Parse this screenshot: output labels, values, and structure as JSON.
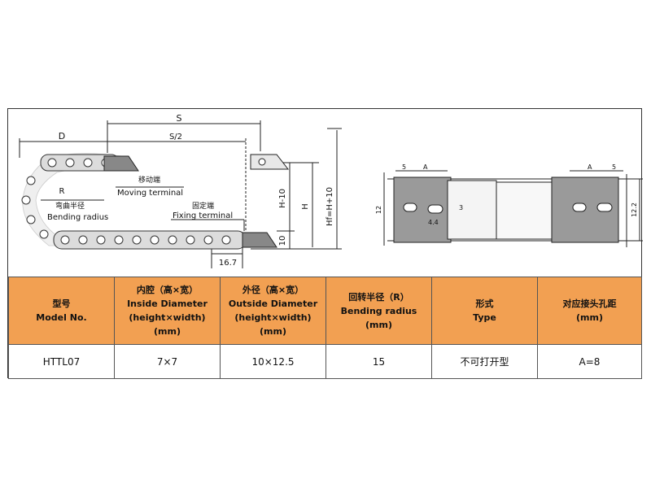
{
  "drawing": {
    "side_view": {
      "dim_S": "S",
      "dim_S_half": "S/2",
      "dim_D": "D",
      "dim_R": "R",
      "dim_H10": "H-10",
      "dim_H": "H",
      "dim_Hf": "Hf=H+10",
      "dim_10": "10",
      "dim_16_7": "16.7",
      "moving_cn": "移动端",
      "moving_en": "Moving terminal",
      "bending_cn": "弯曲半径",
      "bending_en": "Bending radius",
      "fixing_cn": "固定端",
      "fixing_en": "Fixing terminal"
    },
    "end_view": {
      "dim_5_left": "5",
      "dim_A_left": "A",
      "dim_12": "12",
      "dim_3": "3",
      "dim_4_4": "4.4",
      "dim_A_right": "A",
      "dim_5_right": "5",
      "dim_12_2": "12.2"
    }
  },
  "table": {
    "headers": [
      {
        "cn": "型号",
        "en": "Model No.",
        "unit": ""
      },
      {
        "cn": "内腔（高×宽）",
        "en": "Inside Diameter",
        "sub": "(height×width)",
        "unit": "(mm)"
      },
      {
        "cn": "外径（高×宽）",
        "en": "Outside Diameter",
        "sub": "(height×width)",
        "unit": "(mm)"
      },
      {
        "cn": "回转半径（R）",
        "en": "Bending radius",
        "unit": "(mm)"
      },
      {
        "cn": "形式",
        "en": "Type",
        "unit": ""
      },
      {
        "cn": "对应接头孔距",
        "en": "(mm)",
        "unit": ""
      }
    ],
    "row": [
      "HTTL07",
      "7×7",
      "10×12.5",
      "15",
      "不可打开型",
      "A=8"
    ]
  },
  "colors": {
    "header_bg": "#f2a052",
    "link_fill": "#c0c0c0"
  }
}
